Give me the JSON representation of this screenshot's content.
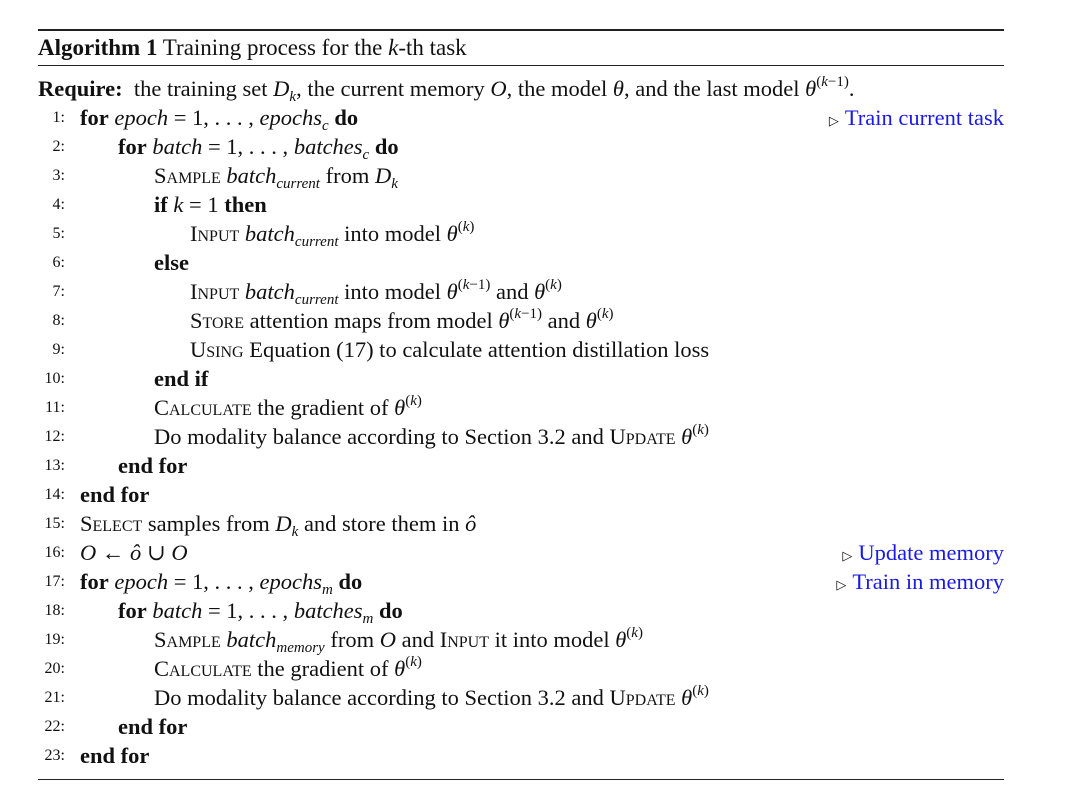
{
  "caption": {
    "label": "Algorithm 1",
    "text": "Training process for the k-th task"
  },
  "require": {
    "label": "Require:",
    "text": "the training set Dk, the current memory O, the model θ, and the last model θ(k−1)."
  },
  "lines": [
    {
      "n": "1:",
      "text": "for epoch = 1, . . . , epochsc do"
    },
    {
      "n": "2:",
      "text": "for batch = 1, . . . , batchesc do"
    },
    {
      "n": "3:",
      "text": "Sample batchcurrent from Dk"
    },
    {
      "n": "4:",
      "text": "if k = 1 then"
    },
    {
      "n": "5:",
      "text": "Input batchcurrent into model θ(k)"
    },
    {
      "n": "6:",
      "text": "else"
    },
    {
      "n": "7:",
      "text": "Input batchcurrent into model θ(k−1) and θ(k)"
    },
    {
      "n": "8:",
      "text": "Store attention maps from model θ(k−1) and θ(k)"
    },
    {
      "n": "9:",
      "text": "Using Equation (17) to calculate attention distillation loss"
    },
    {
      "n": "10:",
      "text": "end if"
    },
    {
      "n": "11:",
      "text": "Calculate the gradient of θ(k)"
    },
    {
      "n": "12:",
      "text": "Do modality balance according to Section 3.2 and Update θ(k)"
    },
    {
      "n": "13:",
      "text": "end for"
    },
    {
      "n": "14:",
      "text": "end for"
    },
    {
      "n": "15:",
      "text": "Select samples from Dk and store them in ô"
    },
    {
      "n": "16:",
      "text": "O ← ô ∪ O"
    },
    {
      "n": "17:",
      "text": "for epoch = 1, . . . , epochsm do"
    },
    {
      "n": "18:",
      "text": "for batch = 1, . . . , batchesm do"
    },
    {
      "n": "19:",
      "text": "Sample batchmemory from O and Input it into model θ(k)"
    },
    {
      "n": "20:",
      "text": "Calculate the gradient of θ(k)"
    },
    {
      "n": "21:",
      "text": "Do modality balance according to Section 3.2 and Update θ(k)"
    },
    {
      "n": "22:",
      "text": "end for"
    },
    {
      "n": "23:",
      "text": "end for"
    }
  ],
  "comments": {
    "train_current": "Train current task",
    "update_memory": "Update memory",
    "train_memory": "Train in memory"
  },
  "colors": {
    "comment": "#1a1ae6",
    "rule": "#222222"
  }
}
